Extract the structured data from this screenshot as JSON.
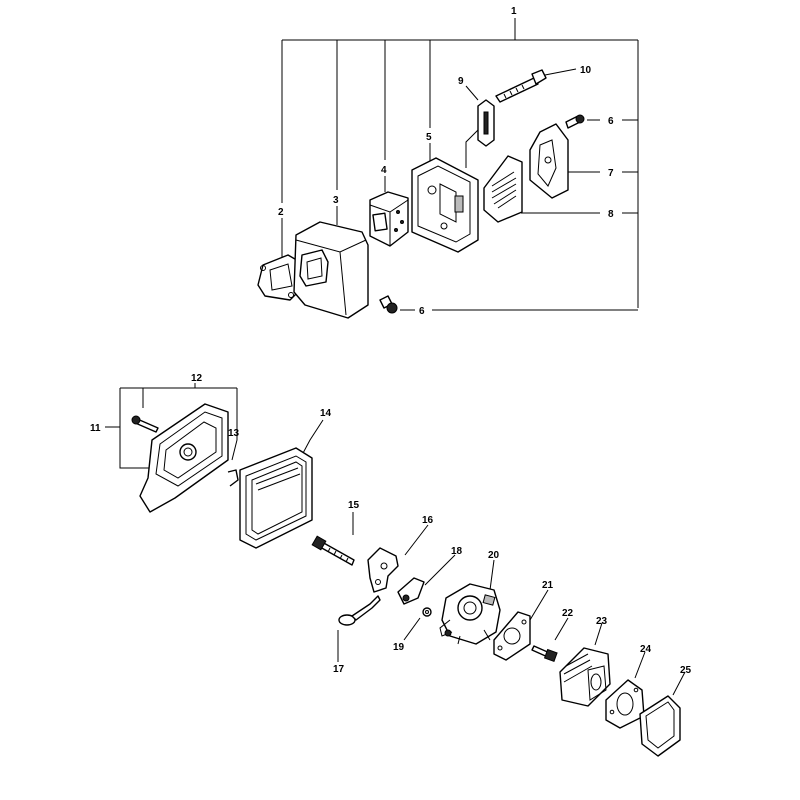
{
  "callouts": {
    "c1": "1",
    "c2": "2",
    "c3": "3",
    "c4": "4",
    "c5": "5",
    "c6a": "6",
    "c6b": "6",
    "c7": "7",
    "c8": "8",
    "c9": "9",
    "c10": "10",
    "c11": "11",
    "c12": "12",
    "c13": "13",
    "c14": "14",
    "c15": "15",
    "c16": "16",
    "c17": "17",
    "c18": "18",
    "c19": "19",
    "c20": "20",
    "c21": "21",
    "c22": "22",
    "c23": "23",
    "c24": "24",
    "c25": "25"
  },
  "parts": [
    {
      "id": "muffler-gasket-2",
      "callout": "2"
    },
    {
      "id": "muffler-body-3",
      "callout": "3"
    },
    {
      "id": "muffler-insert-4",
      "callout": "4"
    },
    {
      "id": "muffler-cover-5",
      "callout": "5"
    },
    {
      "id": "muffler-bolt-6",
      "callout": "6"
    },
    {
      "id": "guard-plate-7",
      "callout": "7"
    },
    {
      "id": "spark-screen-8",
      "callout": "8"
    },
    {
      "id": "plate-9",
      "callout": "9"
    },
    {
      "id": "bolt-10",
      "callout": "10"
    },
    {
      "id": "air-cleaner-cover-11",
      "callout": "11"
    },
    {
      "id": "screw-12",
      "callout": "12"
    },
    {
      "id": "clip-13",
      "callout": "13"
    },
    {
      "id": "air-filter-14",
      "callout": "14"
    },
    {
      "id": "bolt-15",
      "callout": "15"
    },
    {
      "id": "bracket-16",
      "callout": "16"
    },
    {
      "id": "primer-17",
      "callout": "17"
    },
    {
      "id": "plate-18",
      "callout": "18"
    },
    {
      "id": "washer-19",
      "callout": "19"
    },
    {
      "id": "carburetor-20",
      "callout": "20"
    },
    {
      "id": "gasket-21",
      "callout": "21"
    },
    {
      "id": "bolt-22",
      "callout": "22"
    },
    {
      "id": "insulator-23",
      "callout": "23"
    },
    {
      "id": "gasket-24",
      "callout": "24"
    },
    {
      "id": "gasket-25",
      "callout": "25"
    }
  ]
}
